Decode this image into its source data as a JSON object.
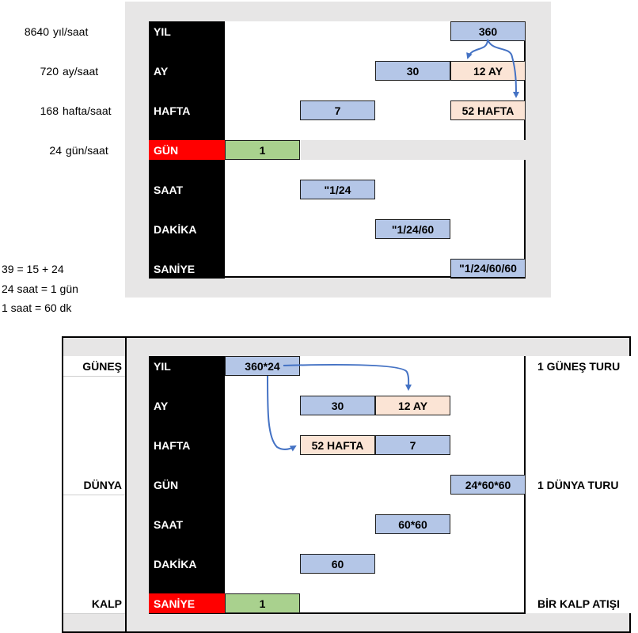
{
  "top": {
    "rates": [
      "8640",
      "720",
      "168",
      "24"
    ],
    "rate_units": [
      "yıl/saat",
      "ay/saat",
      "hafta/saat",
      "gün/saat"
    ],
    "row_labels": [
      "YIL",
      "AY",
      "HAFTA",
      "GÜN",
      "SAAT",
      "DAKİKA",
      "SANİYE"
    ],
    "boxes": [
      "360",
      "30",
      "12 AY",
      "7",
      "52 HAFTA",
      "1",
      "\"1/24",
      "\"1/24/60",
      "\"1/24/60/60"
    ],
    "notes": [
      "39 = 15 + 24",
      "24 saat = 1 gün",
      "1 saat = 60 dk"
    ]
  },
  "bottom": {
    "left_labels": [
      "GÜNEŞ",
      "DÜNYA",
      "KALP"
    ],
    "row_labels": [
      "YIL",
      "AY",
      "HAFTA",
      "GÜN",
      "SAAT",
      "DAKİKA",
      "SANİYE"
    ],
    "boxes": [
      "360*24",
      "30",
      "12 AY",
      "52 HAFTA",
      "7",
      "24*60*60",
      "60*60",
      "60",
      "1"
    ],
    "right_labels": [
      "1 GÜNEŞ TURU",
      "1 DÜNYA TURU",
      "BİR KALP ATIŞI"
    ]
  },
  "colors": {
    "panel_gray": "#e7e6e6",
    "box_blue": "#b4c6e7",
    "box_peach": "#fbe4d5",
    "box_green": "#a9d18e",
    "highlight_red": "#ff0000",
    "arrow_blue": "#4472c4"
  }
}
